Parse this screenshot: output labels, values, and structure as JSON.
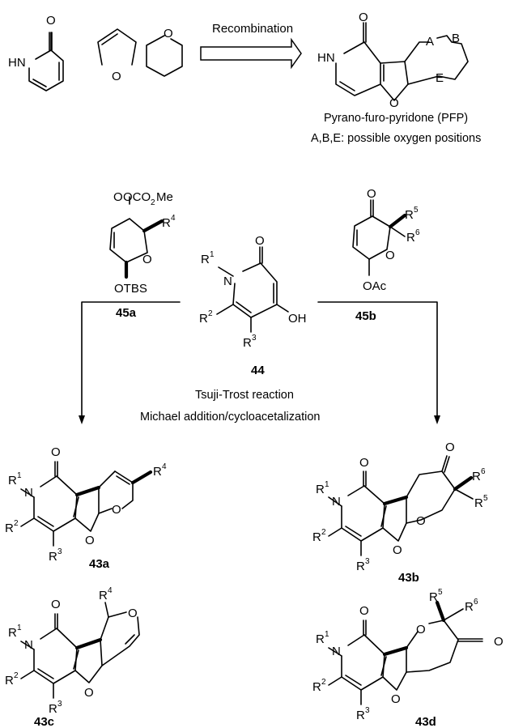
{
  "arrow_label": "Recombination",
  "pfp_caption": "Pyrano-furo-pyridone (PFP)",
  "pfp_note": "A,B,E: possible oxygen positions",
  "conditions": {
    "line1": "Tsuji-Trost reaction",
    "line2": "Michael addition/cycloacetalization"
  },
  "atoms": {
    "o": "O",
    "hn": "HN",
    "n": "N",
    "oh": "OH",
    "a": "A",
    "b": "B",
    "e": "E",
    "r": "R",
    "otbs": "OTBS",
    "oac": "OAc",
    "oco2me_prefix": "OCO",
    "oco2me_suffix": "Me",
    "sub2": "2"
  },
  "sup": {
    "r1": "1",
    "r2": "2",
    "r3": "3",
    "r4": "4",
    "r5": "5",
    "r6": "6"
  },
  "compounds": {
    "c44": "44",
    "c45a": "45a",
    "c45b": "45b",
    "c43a": "43a",
    "c43b": "43b",
    "c43c": "43c",
    "c43d": "43d"
  }
}
